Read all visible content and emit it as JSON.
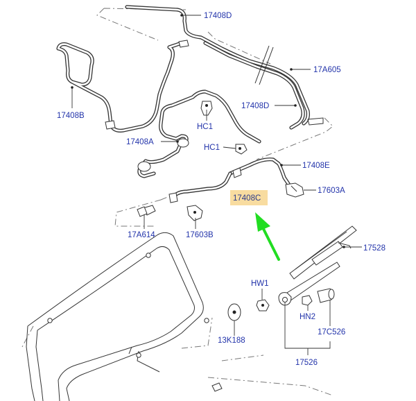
{
  "diagram": {
    "labels": [
      {
        "id": "lbl-17408D-top",
        "text": "17408D"
      },
      {
        "id": "lbl-17A605",
        "text": "17A605"
      },
      {
        "id": "lbl-17408B",
        "text": "17408B"
      },
      {
        "id": "lbl-17408D-mid",
        "text": "17408D"
      },
      {
        "id": "lbl-HC1-a",
        "text": "HC1"
      },
      {
        "id": "lbl-17408A",
        "text": "17408A"
      },
      {
        "id": "lbl-HC1-b",
        "text": "HC1"
      },
      {
        "id": "lbl-17408E",
        "text": "17408E"
      },
      {
        "id": "lbl-17603A",
        "text": "17603A"
      },
      {
        "id": "lbl-17408C",
        "text": "17408C"
      },
      {
        "id": "lbl-17A614",
        "text": "17A614"
      },
      {
        "id": "lbl-17603B",
        "text": "17603B"
      },
      {
        "id": "lbl-17528",
        "text": "17528"
      },
      {
        "id": "lbl-HW1",
        "text": "HW1"
      },
      {
        "id": "lbl-HN2",
        "text": "HN2"
      },
      {
        "id": "lbl-17C526",
        "text": "17C526"
      },
      {
        "id": "lbl-13K188",
        "text": "13K188"
      },
      {
        "id": "lbl-17526",
        "text": "17526"
      }
    ],
    "highlight": {
      "label_id": "lbl-17408C",
      "fill": "#f8dca0",
      "arrow_color": "#22dd22"
    },
    "colors": {
      "label_text": "#2233aa",
      "line_art": "#333333",
      "background": "#ffffff"
    }
  }
}
